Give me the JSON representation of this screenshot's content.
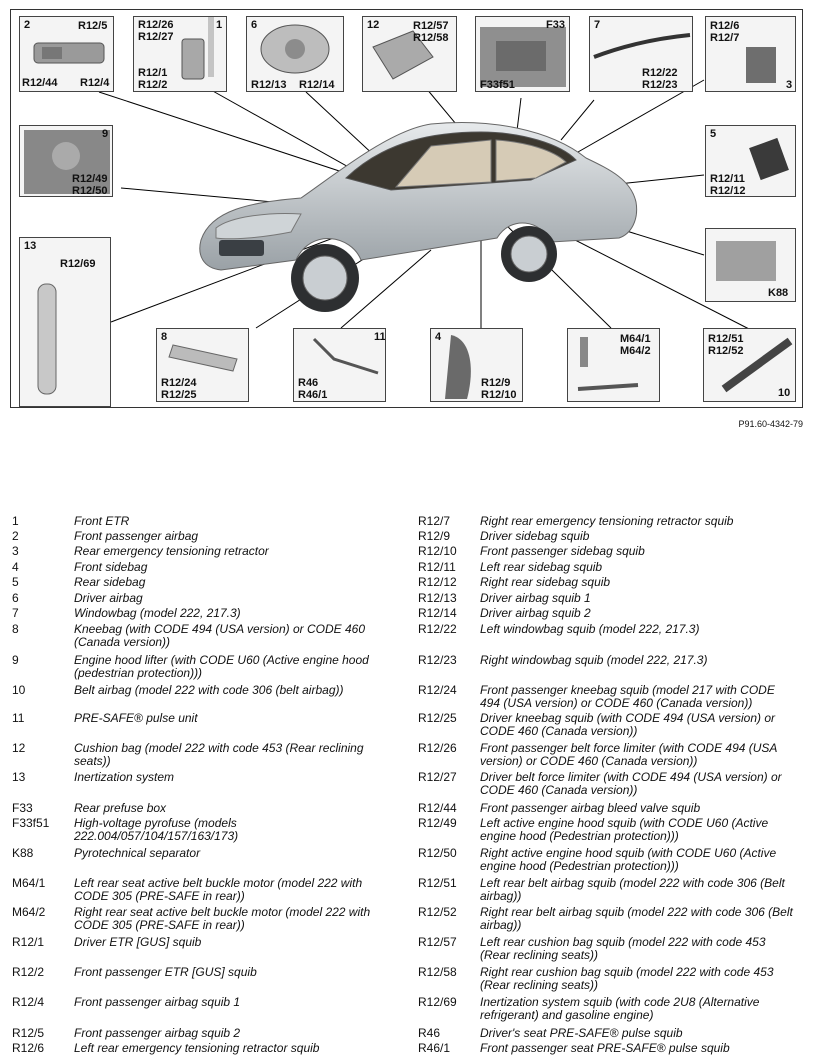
{
  "figure": {
    "id": "P91.60-4342-79",
    "boxes": [
      {
        "num": "2",
        "labels": [
          "R12/5",
          "R12/44",
          "R12/4"
        ]
      },
      {
        "num": "1",
        "labels": [
          "R12/26",
          "R12/27",
          "R12/1",
          "R12/2"
        ]
      },
      {
        "num": "6",
        "labels": [
          "R12/13",
          "R12/14"
        ]
      },
      {
        "num": "12",
        "labels": [
          "R12/57",
          "R12/58"
        ]
      },
      {
        "num": "F33",
        "labels": [
          "F33f51"
        ]
      },
      {
        "num": "7",
        "labels": [
          "R12/22",
          "R12/23"
        ]
      },
      {
        "num": "3",
        "labels": [
          "R12/6",
          "R12/7"
        ]
      },
      {
        "num": "9",
        "labels": [
          "R12/49",
          "R12/50"
        ]
      },
      {
        "num": "5",
        "labels": [
          "R12/11",
          "R12/12"
        ]
      },
      {
        "num": "13",
        "labels": [
          "R12/69"
        ]
      },
      {
        "num": "K88",
        "labels": []
      },
      {
        "num": "8",
        "labels": [
          "R12/24",
          "R12/25"
        ]
      },
      {
        "num": "11",
        "labels": [
          "R46",
          "R46/1"
        ]
      },
      {
        "num": "4",
        "labels": [
          "R12/9",
          "R12/10"
        ]
      },
      {
        "num": "",
        "labels": [
          "M64/1",
          "M64/2"
        ]
      },
      {
        "num": "10",
        "labels": [
          "R12/51",
          "R12/52"
        ]
      }
    ]
  },
  "legend": [
    {
      "code": "1",
      "desc": "Front ETR"
    },
    {
      "code": "2",
      "desc": "Front passenger airbag"
    },
    {
      "code": "3",
      "desc": "Rear emergency tensioning retractor"
    },
    {
      "code": "4",
      "desc": "Front sidebag"
    },
    {
      "code": "5",
      "desc": "Rear sidebag"
    },
    {
      "code": "6",
      "desc": "Driver airbag"
    },
    {
      "code": "7",
      "desc": "Windowbag (model 222, 217.3)"
    },
    {
      "code": "8",
      "desc": "Kneebag (with CODE 494 (USA version) or CODE 460 (Canada version))"
    },
    {
      "code": "9",
      "desc": "Engine hood lifter (with CODE U60 (Active engine hood (pedestrian protection)))"
    },
    {
      "code": "10",
      "desc": "Belt airbag (model 222 with code 306 (belt airbag))"
    },
    {
      "code": "11",
      "desc": "PRE-SAFE® pulse unit"
    },
    {
      "code": "12",
      "desc": "Cushion bag (model 222 with code 453 (Rear reclining seats))"
    },
    {
      "code": "13",
      "desc": "Inertization system"
    },
    {
      "code": "F33",
      "desc": "Rear prefuse box"
    },
    {
      "code": "F33f51",
      "desc": "High-voltage pyrofuse (models 222.004/057/104/157/163/173)"
    },
    {
      "code": "K88",
      "desc": "Pyrotechnical separator"
    },
    {
      "code": "M64/1",
      "desc": "Left rear seat active belt buckle motor (model 222 with CODE 305 (PRE-SAFE in rear))"
    },
    {
      "code": "M64/2",
      "desc": "Right rear seat active belt buckle motor (model 222 with CODE 305 (PRE-SAFE in rear))"
    },
    {
      "code": "R12/1",
      "desc": "Driver ETR [GUS] squib"
    },
    {
      "code": "R12/2",
      "desc": "Front passenger ETR [GUS] squib"
    },
    {
      "code": "R12/4",
      "desc": "Front passenger airbag squib 1"
    },
    {
      "code": "R12/5",
      "desc": "Front passenger airbag squib 2"
    },
    {
      "code": "R12/6",
      "desc": "Left rear emergency tensioning retractor squib"
    },
    {
      "code": "R12/7",
      "desc": "Right rear emergency tensioning retractor squib"
    },
    {
      "code": "R12/9",
      "desc": "Driver sidebag squib"
    },
    {
      "code": "R12/10",
      "desc": "Front passenger sidebag squib"
    },
    {
      "code": "R12/11",
      "desc": "Left rear sidebag squib"
    },
    {
      "code": "R12/12",
      "desc": "Right rear sidebag squib"
    },
    {
      "code": "R12/13",
      "desc": "Driver airbag squib 1"
    },
    {
      "code": "R12/14",
      "desc": "Driver airbag squib 2"
    },
    {
      "code": "R12/22",
      "desc": "Left windowbag squib (model 222, 217.3)"
    },
    {
      "code": "R12/23",
      "desc": "Right windowbag squib (model 222, 217.3)"
    },
    {
      "code": "R12/24",
      "desc": "Front passenger kneebag squib (model 217 with CODE 494 (USA version) or CODE 460 (Canada version))"
    },
    {
      "code": "R12/25",
      "desc": "Driver kneebag squib (with CODE 494 (USA version) or CODE 460 (Canada version))"
    },
    {
      "code": "R12/26",
      "desc": "Front passenger belt force limiter (with CODE 494 (USA version) or CODE 460 (Canada version))"
    },
    {
      "code": "R12/27",
      "desc": "Driver belt force limiter (with CODE 494 (USA version) or CODE 460 (Canada version))"
    },
    {
      "code": "R12/44",
      "desc": "Front passenger airbag bleed valve squib"
    },
    {
      "code": "R12/49",
      "desc": "Left active engine hood squib (with CODE U60 (Active engine hood (Pedestrian protection)))"
    },
    {
      "code": "R12/50",
      "desc": "Right active engine hood squib (with CODE U60 (Active engine hood (Pedestrian protection)))"
    },
    {
      "code": "R12/51",
      "desc": "Left rear belt airbag squib (model 222 with code 306 (Belt airbag))"
    },
    {
      "code": "R12/52",
      "desc": "Right rear belt airbag squib (model 222 with code 306 (Belt airbag))"
    },
    {
      "code": "R12/57",
      "desc": "Left rear cushion bag squib (model 222 with code 453 (Rear reclining seats))"
    },
    {
      "code": "R12/58",
      "desc": "Right rear cushion bag squib (model 222 with code 453 (Rear reclining seats))"
    },
    {
      "code": "R12/69",
      "desc": "Inertization system squib (with code 2U8 (Alternative refrigerant) and gasoline engine)"
    },
    {
      "code": "R46",
      "desc": "Driver's seat PRE-SAFE® pulse squib"
    },
    {
      "code": "R46/1",
      "desc": "Front passenger seat PRE-SAFE® pulse squib"
    }
  ]
}
